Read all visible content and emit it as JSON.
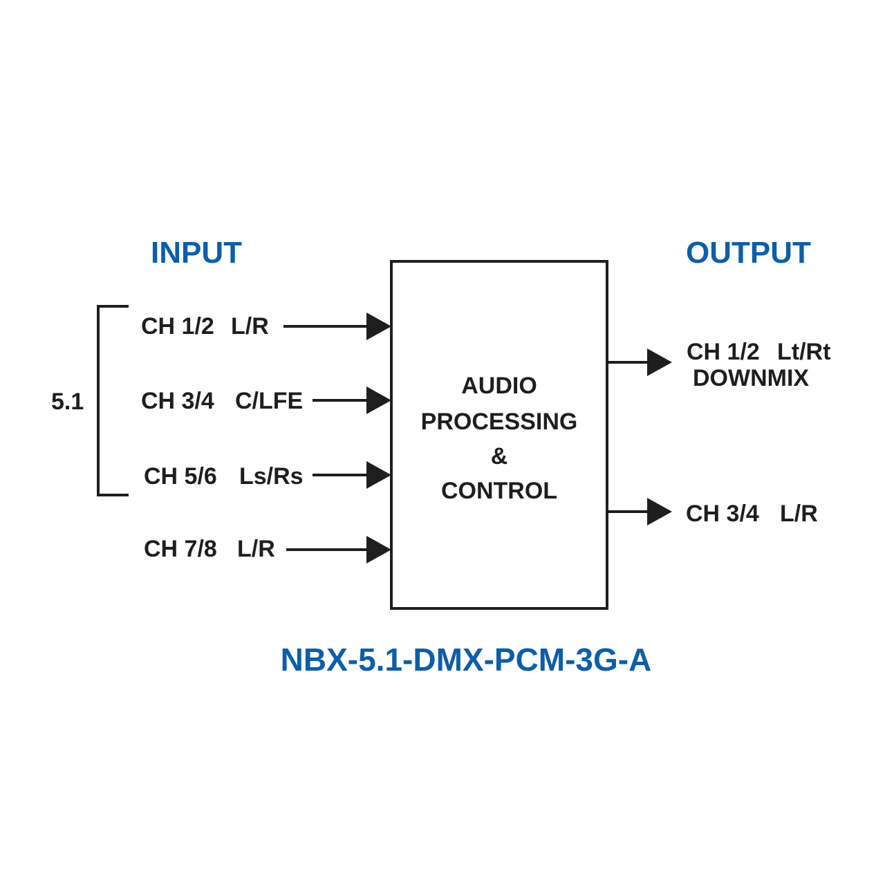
{
  "input_heading": "INPUT",
  "output_heading": "OUTPUT",
  "group_label": "5.1",
  "inputs": [
    {
      "ch": "CH 1/2",
      "sig": "L/R"
    },
    {
      "ch": "CH 3/4",
      "sig": "C/LFE"
    },
    {
      "ch": "CH 5/6",
      "sig": "Ls/Rs"
    },
    {
      "ch": "CH 7/8",
      "sig": "L/R"
    }
  ],
  "processor": {
    "lines": [
      "AUDIO",
      "PROCESSING",
      "&",
      "CONTROL"
    ]
  },
  "outputs": [
    {
      "ch": "CH 1/2",
      "sig": "Lt/Rt",
      "sub": "DOWNMIX"
    },
    {
      "ch": "CH 3/4",
      "sig": "L/R"
    }
  ],
  "model": "NBX-5.1-DMX-PCM-3G-A",
  "colors": {
    "heading": "#0d5ea8",
    "ink": "#1e1e1e"
  }
}
